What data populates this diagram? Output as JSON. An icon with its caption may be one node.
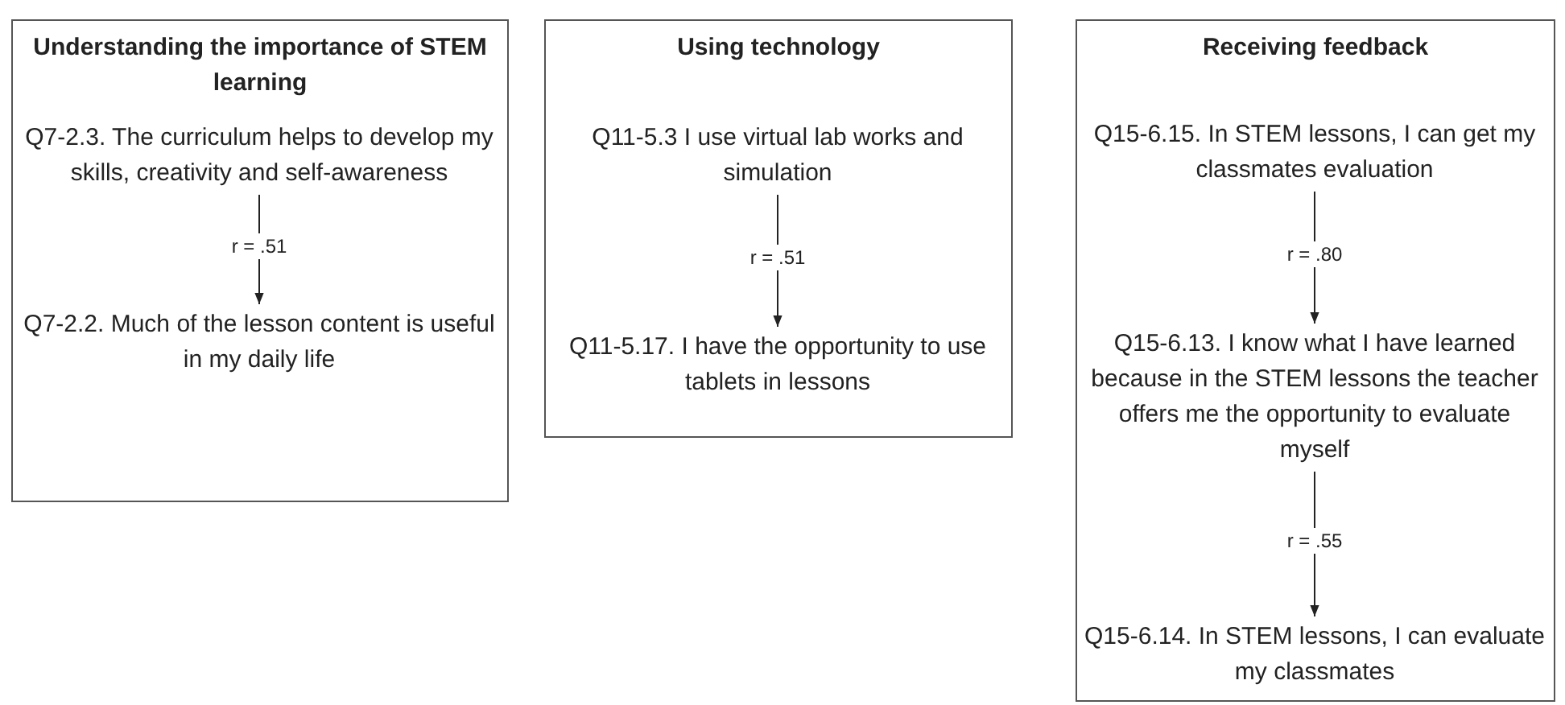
{
  "diagram": {
    "nodes": [
      {
        "text": [
          "Understanding the importance of STEM learning"
        ]
      },
      {
        "text": [
          "Q7-2.3. The curriculum helps to develop my skills, creativity and self-awareness"
        ],
        "in": 0
      },
      {
        "text": [
          "Q7-2.2. Much of the lesson content is useful in my daily life"
        ],
        "in": 0
      },
      {
        "text": [
          "Using technology"
        ]
      },
      {
        "text": [
          "Q11-5.3 I use virtual lab works and simulation"
        ],
        "in": 3
      },
      {
        "text": [
          "Q11-5.17. I have the opportunity to use tablets in lessons"
        ],
        "in": 3
      },
      {
        "text": [
          "Receiving feedback"
        ]
      },
      {
        "text": [
          "Q15-6.15. In STEM lessons, I can get my classmates evaluation"
        ],
        "in": 6
      },
      {
        "text": [
          "Q15-6.13. I know what I have learned because in the STEM lessons the teacher offers me the opportunity to evaluate myself"
        ],
        "in": 6
      },
      {
        "text": [
          "Q15-6.14. In STEM lessons, I can evaluate my classmates"
        ],
        "in": 6
      }
    ],
    "edges": [
      {
        "from": 1,
        "to": 2,
        "arrow": "to",
        "label": "r = .51"
      },
      {
        "from": 4,
        "to": 5,
        "arrow": "to",
        "label": "r = .51"
      },
      {
        "from": 7,
        "to": 8,
        "arrow": "to",
        "label": "r = .80"
      },
      {
        "from": 8,
        "to": 9,
        "arrow": "to",
        "label": "r = .55"
      }
    ]
  }
}
